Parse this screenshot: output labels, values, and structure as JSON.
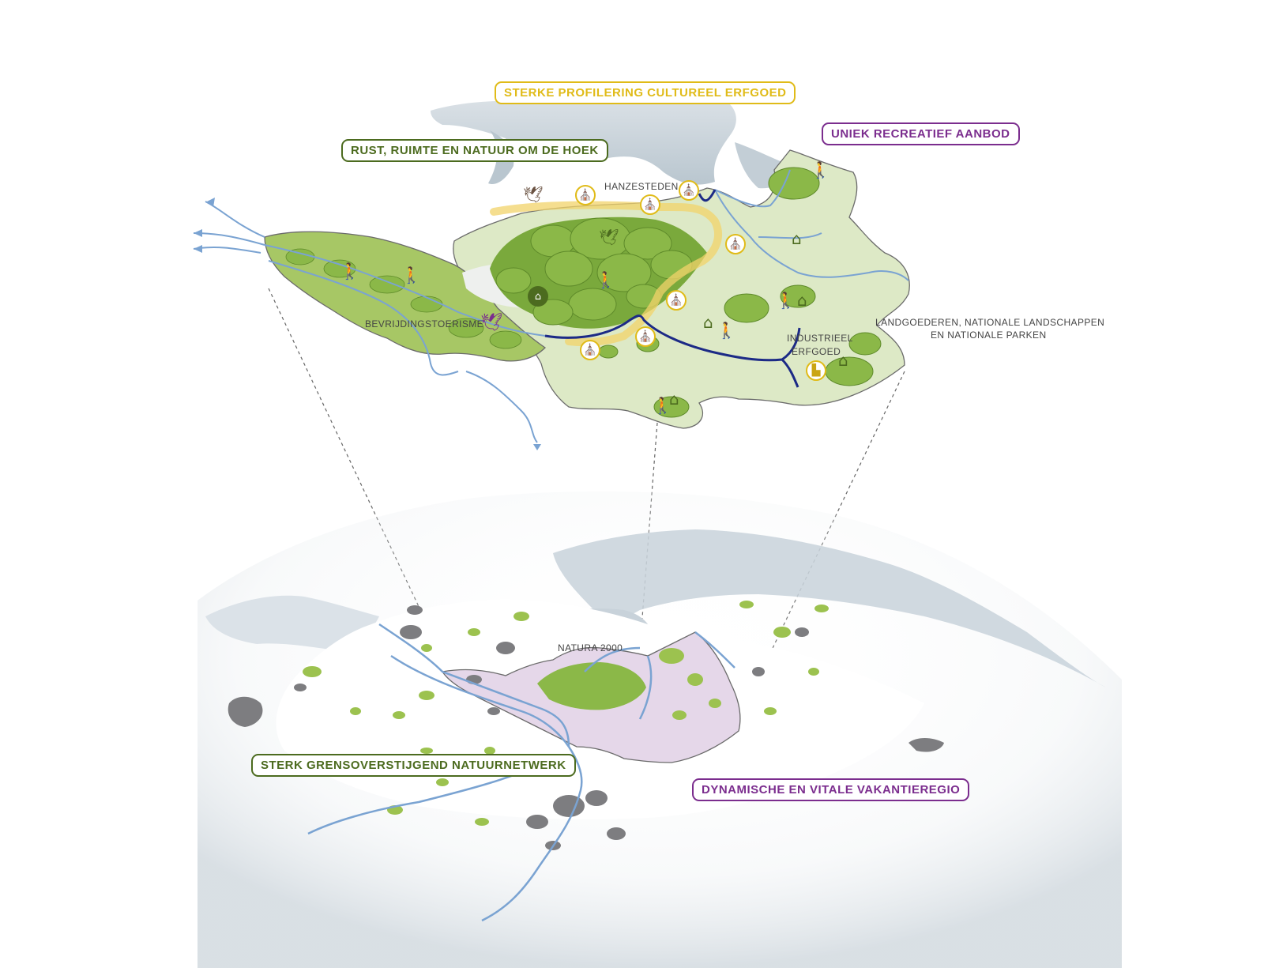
{
  "labels": {
    "cultural_heritage": "STERKE PROFILERING CULTUREEL ERFGOED",
    "rest_space_nature": "RUST, RUIMTE EN NATUUR OM DE HOEK",
    "unique_recreation": "UNIEK RECREATIEF AANBOD",
    "hanzesteden": "HANZESTEDEN",
    "bevrijdingstoerisme": "BEVRIJDINGSTOERISME",
    "industrieel_1": "INDUSTRIEEL",
    "industrieel_2": "ERFGOED",
    "landgoederen_1": "LANDGOEDEREN, NATIONALE LANDSCHAPPEN",
    "landgoederen_2": "EN NATIONALE PARKEN",
    "natura2000": "NATURA 2000",
    "cross_border": "STERK GRENSOVERSTIJGEND NATUURNETWERK",
    "holiday_region": "DYNAMISCHE EN VITALE VAKANTIEREGIO"
  },
  "colors": {
    "dark_green": "#4c6b1f",
    "gold": "#e0bb18",
    "purple": "#7b2d8e",
    "light_green": "#dde9c6",
    "forest_green": "#8bb848",
    "river_blue": "#7aa3d2",
    "canal_navy": "#1c2a86",
    "natura_pink": "#e5d7e9",
    "urban_grey": "#7d7d80",
    "water_grey": "#c8d2da"
  },
  "icons": {
    "church": "church-icon",
    "museum": "museum-icon",
    "hiker": "hiker-icon",
    "bird": "bird-icon",
    "factory": "factory-icon"
  }
}
